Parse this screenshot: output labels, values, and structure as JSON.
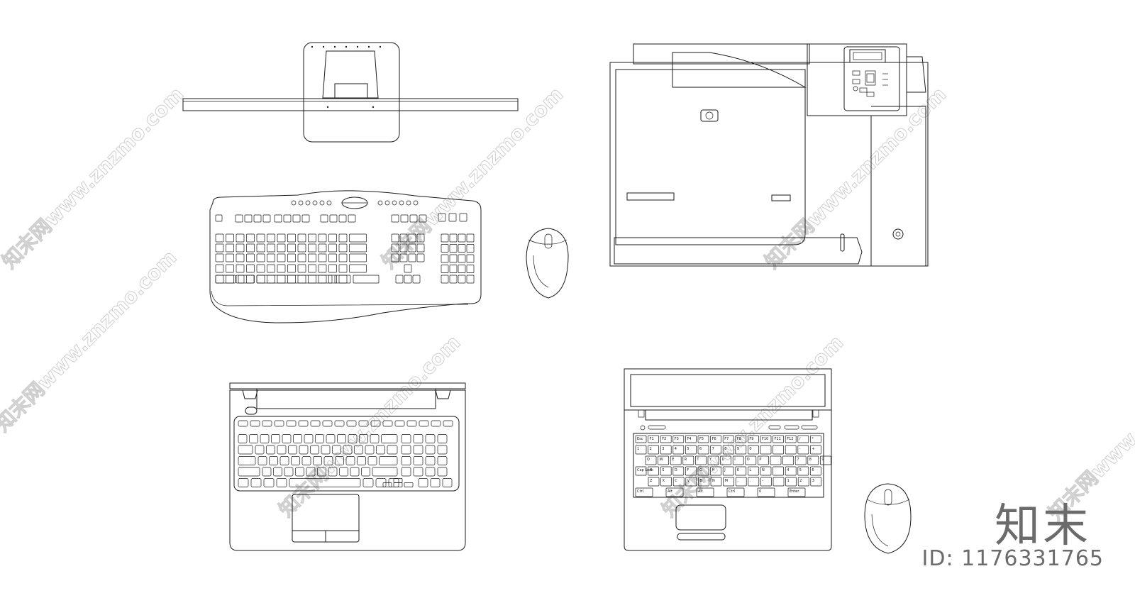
{
  "watermark": {
    "site_text": "知末网www.znzmo.com",
    "brand": "知末",
    "asset_id": "ID: 1176331765"
  },
  "laptop_right": {
    "fn_row": [
      "Esc",
      "F1",
      "F2",
      "F3",
      "F4",
      "F5",
      "F6",
      "F7",
      "F8",
      "F9",
      "F10",
      "F11",
      "F12",
      "/",
      "*"
    ],
    "num_row": [
      "1",
      "2",
      "3",
      "4",
      "5",
      "6",
      "7",
      "8",
      "9",
      "0",
      "",
      "",
      "",
      "-",
      "+"
    ],
    "q_row": [
      "Q",
      "W",
      "E",
      "R",
      "T",
      "Y",
      "U",
      "I",
      "O",
      "P",
      "",
      "",
      "7",
      "8",
      "9"
    ],
    "a_row": [
      "Cap Lock",
      "A",
      "S",
      "D",
      "F",
      "G",
      "H",
      "J",
      "K",
      "L",
      "Ñ",
      "",
      "4",
      "5",
      "6"
    ],
    "z_row": [
      "Z",
      "X",
      "C",
      "V",
      "B",
      "N",
      "M",
      ",",
      ".",
      "-",
      "",
      "1",
      "2",
      "3"
    ],
    "bottom_row": [
      "Ctrl",
      "Alt",
      "Alt",
      "Ctrl",
      "0",
      "Enter"
    ]
  }
}
